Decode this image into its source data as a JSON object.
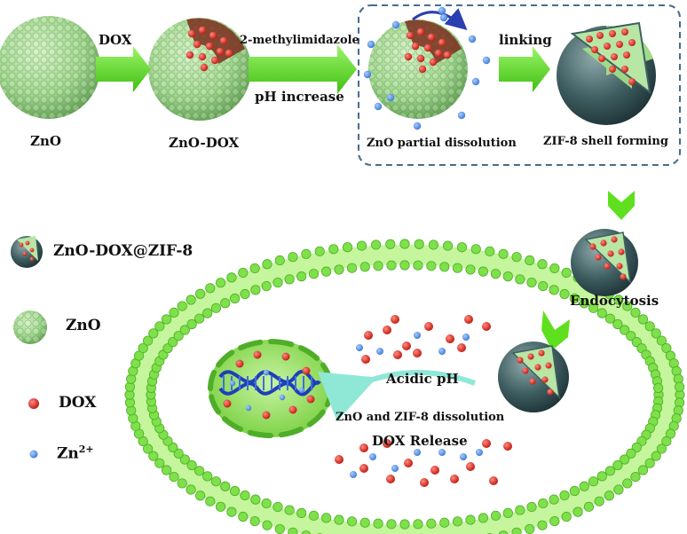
{
  "labels": {
    "zno": "ZnO",
    "zno_dox": "ZnO-DOX",
    "dox_arrow": "DOX",
    "methylimidazole": "2-methylimidazole",
    "ph_increase": "pH increase",
    "linking": "linking",
    "partial_dissolution": "ZnO partial dissolution",
    "zif8_shell": "ZIF-8 shell forming",
    "endocytosis": "Endocytosis",
    "acidic_ph": "Acidic pH",
    "dissolution": "ZnO and ZIF-8 dissolution",
    "dox_release": "DOX Release"
  },
  "legend": {
    "zno_dox_zif8": "ZnO-DOX@ZIF-8",
    "zno": "ZnO",
    "dox": "DOX",
    "zn_base": "Zn",
    "zn_sup": "2+"
  },
  "colors": {
    "zno_sphere": "#9ed68a",
    "zno_sphere_dark": "#6fae5c",
    "arrow_green": "#5ee01e",
    "dox_red": "#e0251b",
    "zn_blue": "#4f8fe6",
    "shell_dark": "#2d4a4e",
    "membrane": "#7ee04a",
    "dashed_box": "#4a6a90"
  }
}
